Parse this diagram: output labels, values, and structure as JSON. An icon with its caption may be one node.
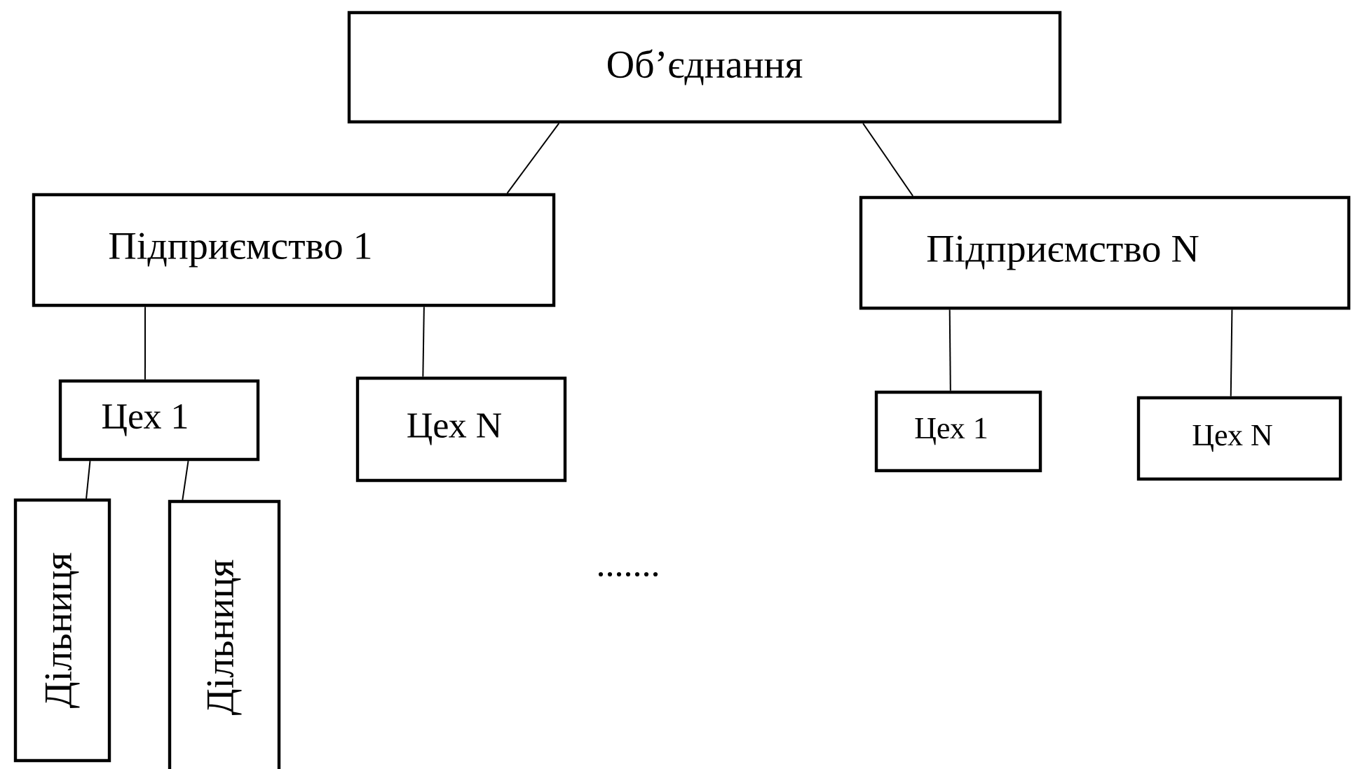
{
  "diagram": {
    "nodes": [
      {
        "text": [
          "Об’єднання"
        ]
      },
      {
        "text": [
          "Підприємство 1"
        ]
      },
      {
        "text": [
          "Підприємство N"
        ]
      },
      {
        "text": [
          "Цех 1"
        ]
      },
      {
        "text": [
          "Цех N"
        ]
      },
      {
        "text": [
          "Цех 1"
        ]
      },
      {
        "text": [
          "Цех N"
        ]
      },
      {
        "text": [
          "Дільниця"
        ]
      },
      {
        "text": [
          "Дільниця"
        ]
      }
    ],
    "edges": [
      {
        "from": 0,
        "to": 1,
        "arrow": "none"
      },
      {
        "from": 0,
        "to": 2,
        "arrow": "none"
      },
      {
        "from": 1,
        "to": 3,
        "arrow": "none"
      },
      {
        "from": 1,
        "to": 4,
        "arrow": "none"
      },
      {
        "from": 2,
        "to": 5,
        "arrow": "none"
      },
      {
        "from": 2,
        "to": 6,
        "arrow": "none"
      },
      {
        "from": 3,
        "to": 7,
        "arrow": "none"
      },
      {
        "from": 3,
        "to": 8,
        "arrow": "none"
      }
    ],
    "labels": [
      "......."
    ]
  }
}
